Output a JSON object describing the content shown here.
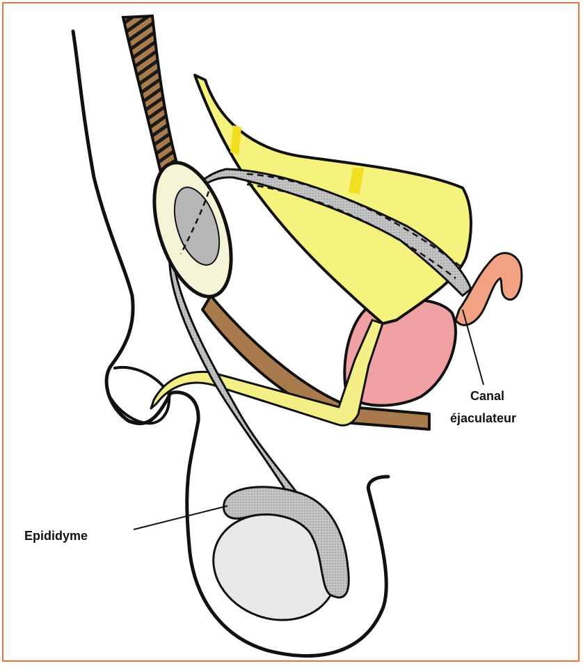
{
  "labels": {
    "canal_line1": "Canal",
    "canal_line2": "éjaculateur",
    "epididyme": "Epididyme"
  },
  "colors": {
    "frame": "#e8733a",
    "bladder": "#f6f27e",
    "urethra": "#f3ef86",
    "prostate": "#f0a1a4",
    "seminal": "#f2a283",
    "rectum": "#a87a4c",
    "duct": "#bdbdbd",
    "testis": "#e8e8e8",
    "pubis_outer": "#f6f4d6",
    "pubis_inner": "#b7b7b7",
    "outline": "#111111"
  },
  "icons": {
    "diagram": "anatomy-male-reproductive-sagittal"
  }
}
